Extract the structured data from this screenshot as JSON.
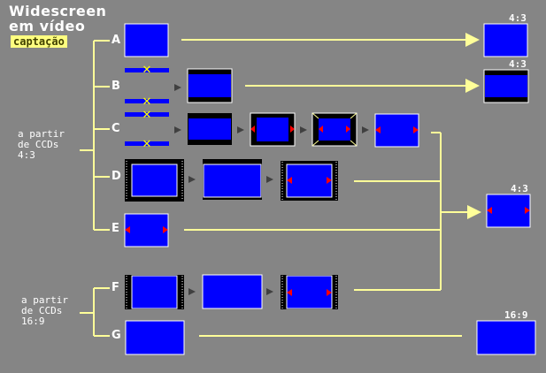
{
  "title_line1": "Widescreen",
  "title_line2": "em vídeo",
  "badge": "captação",
  "source_43": "a partir\nde CCDs\n4:3",
  "source_169": "a partir\nde CCDs\n16:9",
  "letters": [
    "A",
    "B",
    "C",
    "D",
    "E",
    "F",
    "G"
  ],
  "outputs": [
    "4:3",
    "4:3",
    "4:3",
    "16:9"
  ],
  "colors": {
    "background": "#858585",
    "screen": "#0000ff",
    "line": "#ffff99",
    "arrow": "#404040",
    "marker": "#ff0000",
    "cross": "#ffff00"
  }
}
